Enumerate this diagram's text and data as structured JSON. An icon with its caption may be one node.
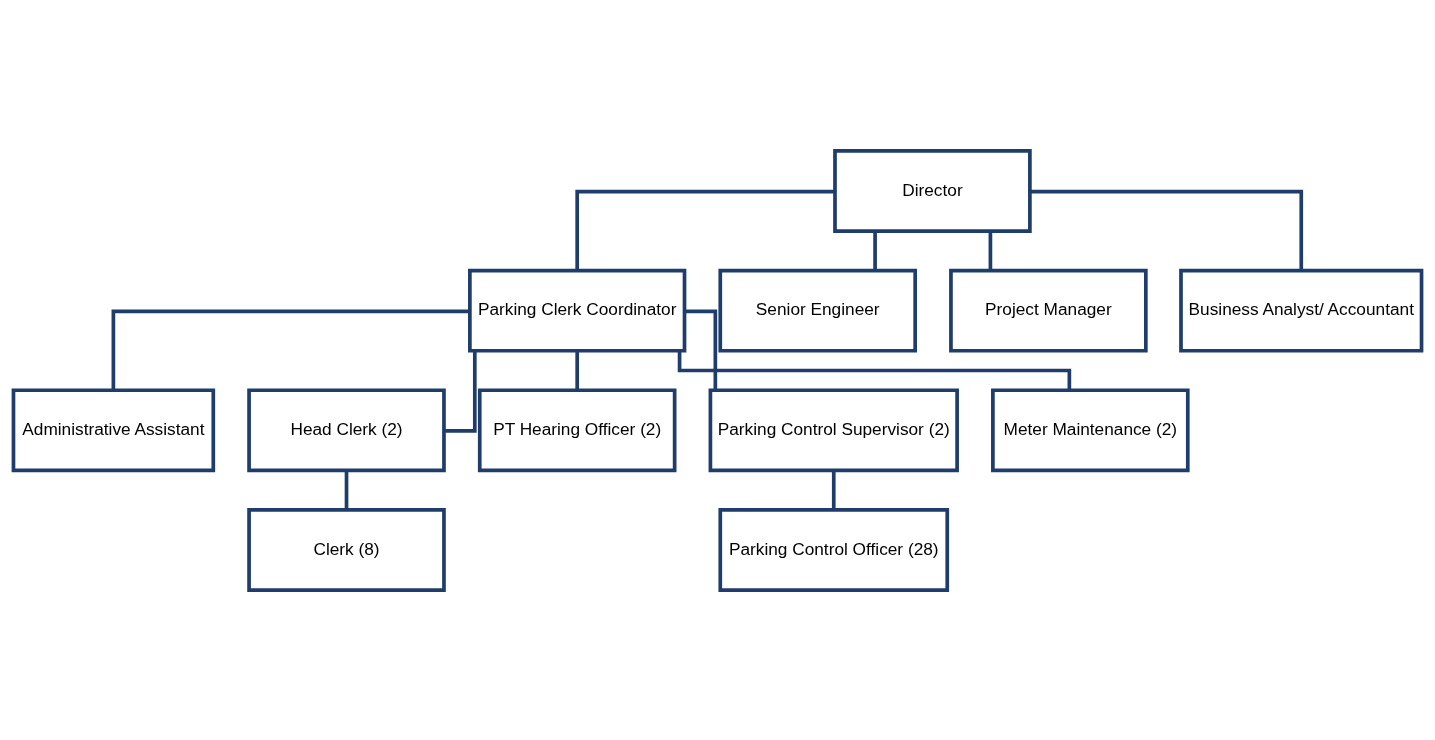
{
  "diagram": {
    "nodes": [
      {
        "text": [
          "Director"
        ]
      },
      {
        "text": [
          "Parking Clerk Coordinator"
        ]
      },
      {
        "text": [
          "Senior Engineer"
        ]
      },
      {
        "text": [
          "Project Manager"
        ]
      },
      {
        "text": [
          "Business Analyst/ Accountant"
        ]
      },
      {
        "text": [
          "Administrative Assistant"
        ]
      },
      {
        "text": [
          "Head Clerk (2)"
        ]
      },
      {
        "text": [
          "PT Hearing Officer (2)"
        ]
      },
      {
        "text": [
          "Parking Control Supervisor (2)"
        ]
      },
      {
        "text": [
          "Meter Maintenance (2)"
        ]
      },
      {
        "text": [
          "Clerk (8)"
        ]
      },
      {
        "text": [
          "Parking Control Officer (28)"
        ]
      }
    ],
    "edges": [
      {
        "from": 0,
        "to": 1,
        "arrow": "none"
      },
      {
        "from": 0,
        "to": 2,
        "arrow": "none"
      },
      {
        "from": 0,
        "to": 3,
        "arrow": "none"
      },
      {
        "from": 0,
        "to": 4,
        "arrow": "none"
      },
      {
        "from": 1,
        "to": 5,
        "arrow": "none"
      },
      {
        "from": 1,
        "to": 6,
        "arrow": "none"
      },
      {
        "from": 1,
        "to": 7,
        "arrow": "none"
      },
      {
        "from": 1,
        "to": 8,
        "arrow": "none"
      },
      {
        "from": 1,
        "to": 9,
        "arrow": "none"
      },
      {
        "from": 6,
        "to": 10,
        "arrow": "none"
      },
      {
        "from": 8,
        "to": 11,
        "arrow": "none"
      }
    ]
  }
}
